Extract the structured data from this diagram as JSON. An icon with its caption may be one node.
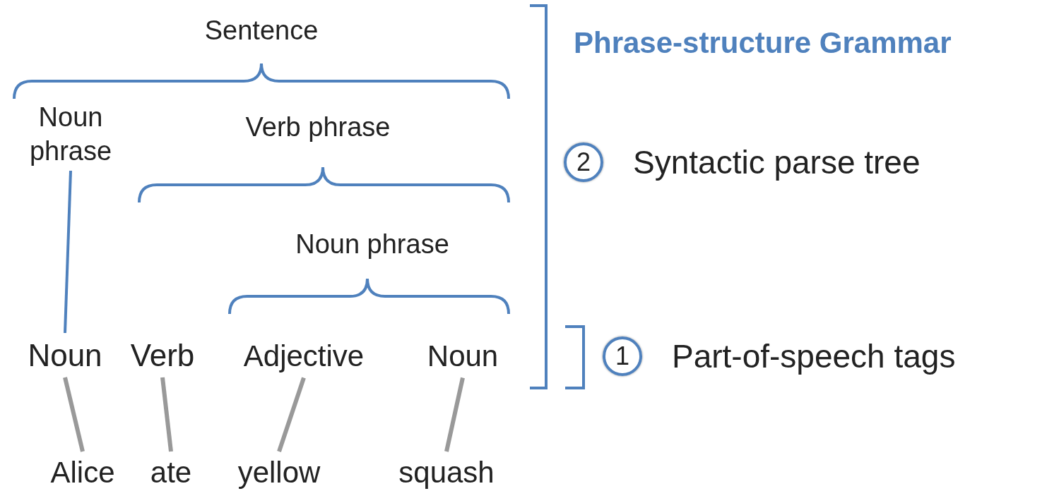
{
  "diagram": {
    "title": "Phrase-structure Grammar",
    "nodes": [
      {
        "text": [
          "Sentence"
        ]
      },
      {
        "text": [
          "Noun phrase"
        ]
      },
      {
        "text": [
          "Verb phrase"
        ]
      },
      {
        "text": [
          "Noun phrase"
        ]
      },
      {
        "text": [
          "Noun"
        ]
      },
      {
        "text": [
          "Verb"
        ]
      },
      {
        "text": [
          "Adjective"
        ]
      },
      {
        "text": [
          "Noun"
        ]
      },
      {
        "text": [
          "Alice"
        ]
      },
      {
        "text": [
          "ate"
        ]
      },
      {
        "text": [
          "yellow"
        ]
      },
      {
        "text": [
          "squash"
        ]
      },
      {
        "text": [
          "2"
        ],
        "beside": [
          "Syntactic parse tree"
        ]
      },
      {
        "text": [
          "1"
        ],
        "beside": [
          "Part-of-speech tags"
        ]
      }
    ],
    "edges": [
      {
        "from": 1,
        "to": 4,
        "arrow": "none",
        "color": "#4f81bd"
      },
      {
        "from": 4,
        "to": 8,
        "arrow": "none"
      },
      {
        "from": 5,
        "to": 9,
        "arrow": "none"
      },
      {
        "from": 6,
        "to": 10,
        "arrow": "none"
      },
      {
        "from": 7,
        "to": 11,
        "arrow": "none"
      }
    ]
  }
}
